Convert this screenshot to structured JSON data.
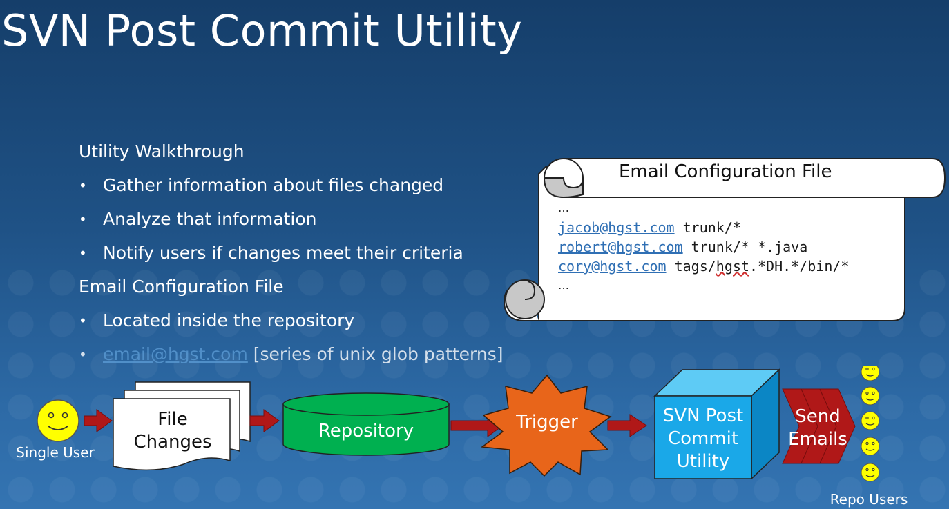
{
  "slide": {
    "title": "SVN Post Commit Utility"
  },
  "content": {
    "heading1": "Utility Walkthrough",
    "bullets1": [
      "Gather information about files changed",
      "Analyze that information",
      "Notify users if changes meet their criteria"
    ],
    "heading2": "Email Configuration File",
    "bullet_located": "Located inside the repository",
    "bullet_email_link": "email@hgst.com",
    "bullet_email_rest": " [series of unix glob patterns]",
    "bullet_char": "•"
  },
  "scroll": {
    "title": "Email Configuration File",
    "ellipsis_top": "…",
    "ellipsis_bottom": "…",
    "entries": [
      {
        "email": "jacob@hgst.com",
        "pattern": " trunk/*"
      },
      {
        "email": "robert@hgst.com",
        "pattern": " trunk/* *.java"
      },
      {
        "email": "cory@hgst.com",
        "pattern_pre": " tags/",
        "pattern_squiggle": "hgst",
        "pattern_post": ".*DH.*/bin/*"
      }
    ]
  },
  "diagram": {
    "single_user": "Single User",
    "file_changes_line1": "File",
    "file_changes_line2": "Changes",
    "repository": "Repository",
    "trigger": "Trigger",
    "svn_line1": "SVN Post",
    "svn_line2": "Commit",
    "svn_line3": "Utility",
    "send_line1": "Send",
    "send_line2": "Emails",
    "repo_users": "Repo Users"
  },
  "colors": {
    "repository_fill": "#00b050",
    "trigger_fill": "#e8651a",
    "cube_front": "#1aa8e8",
    "cube_top": "#5ecbf5",
    "cube_side": "#0b86c5",
    "arrow_fill": "#b01818",
    "smiley_fill": "#ffff00"
  }
}
